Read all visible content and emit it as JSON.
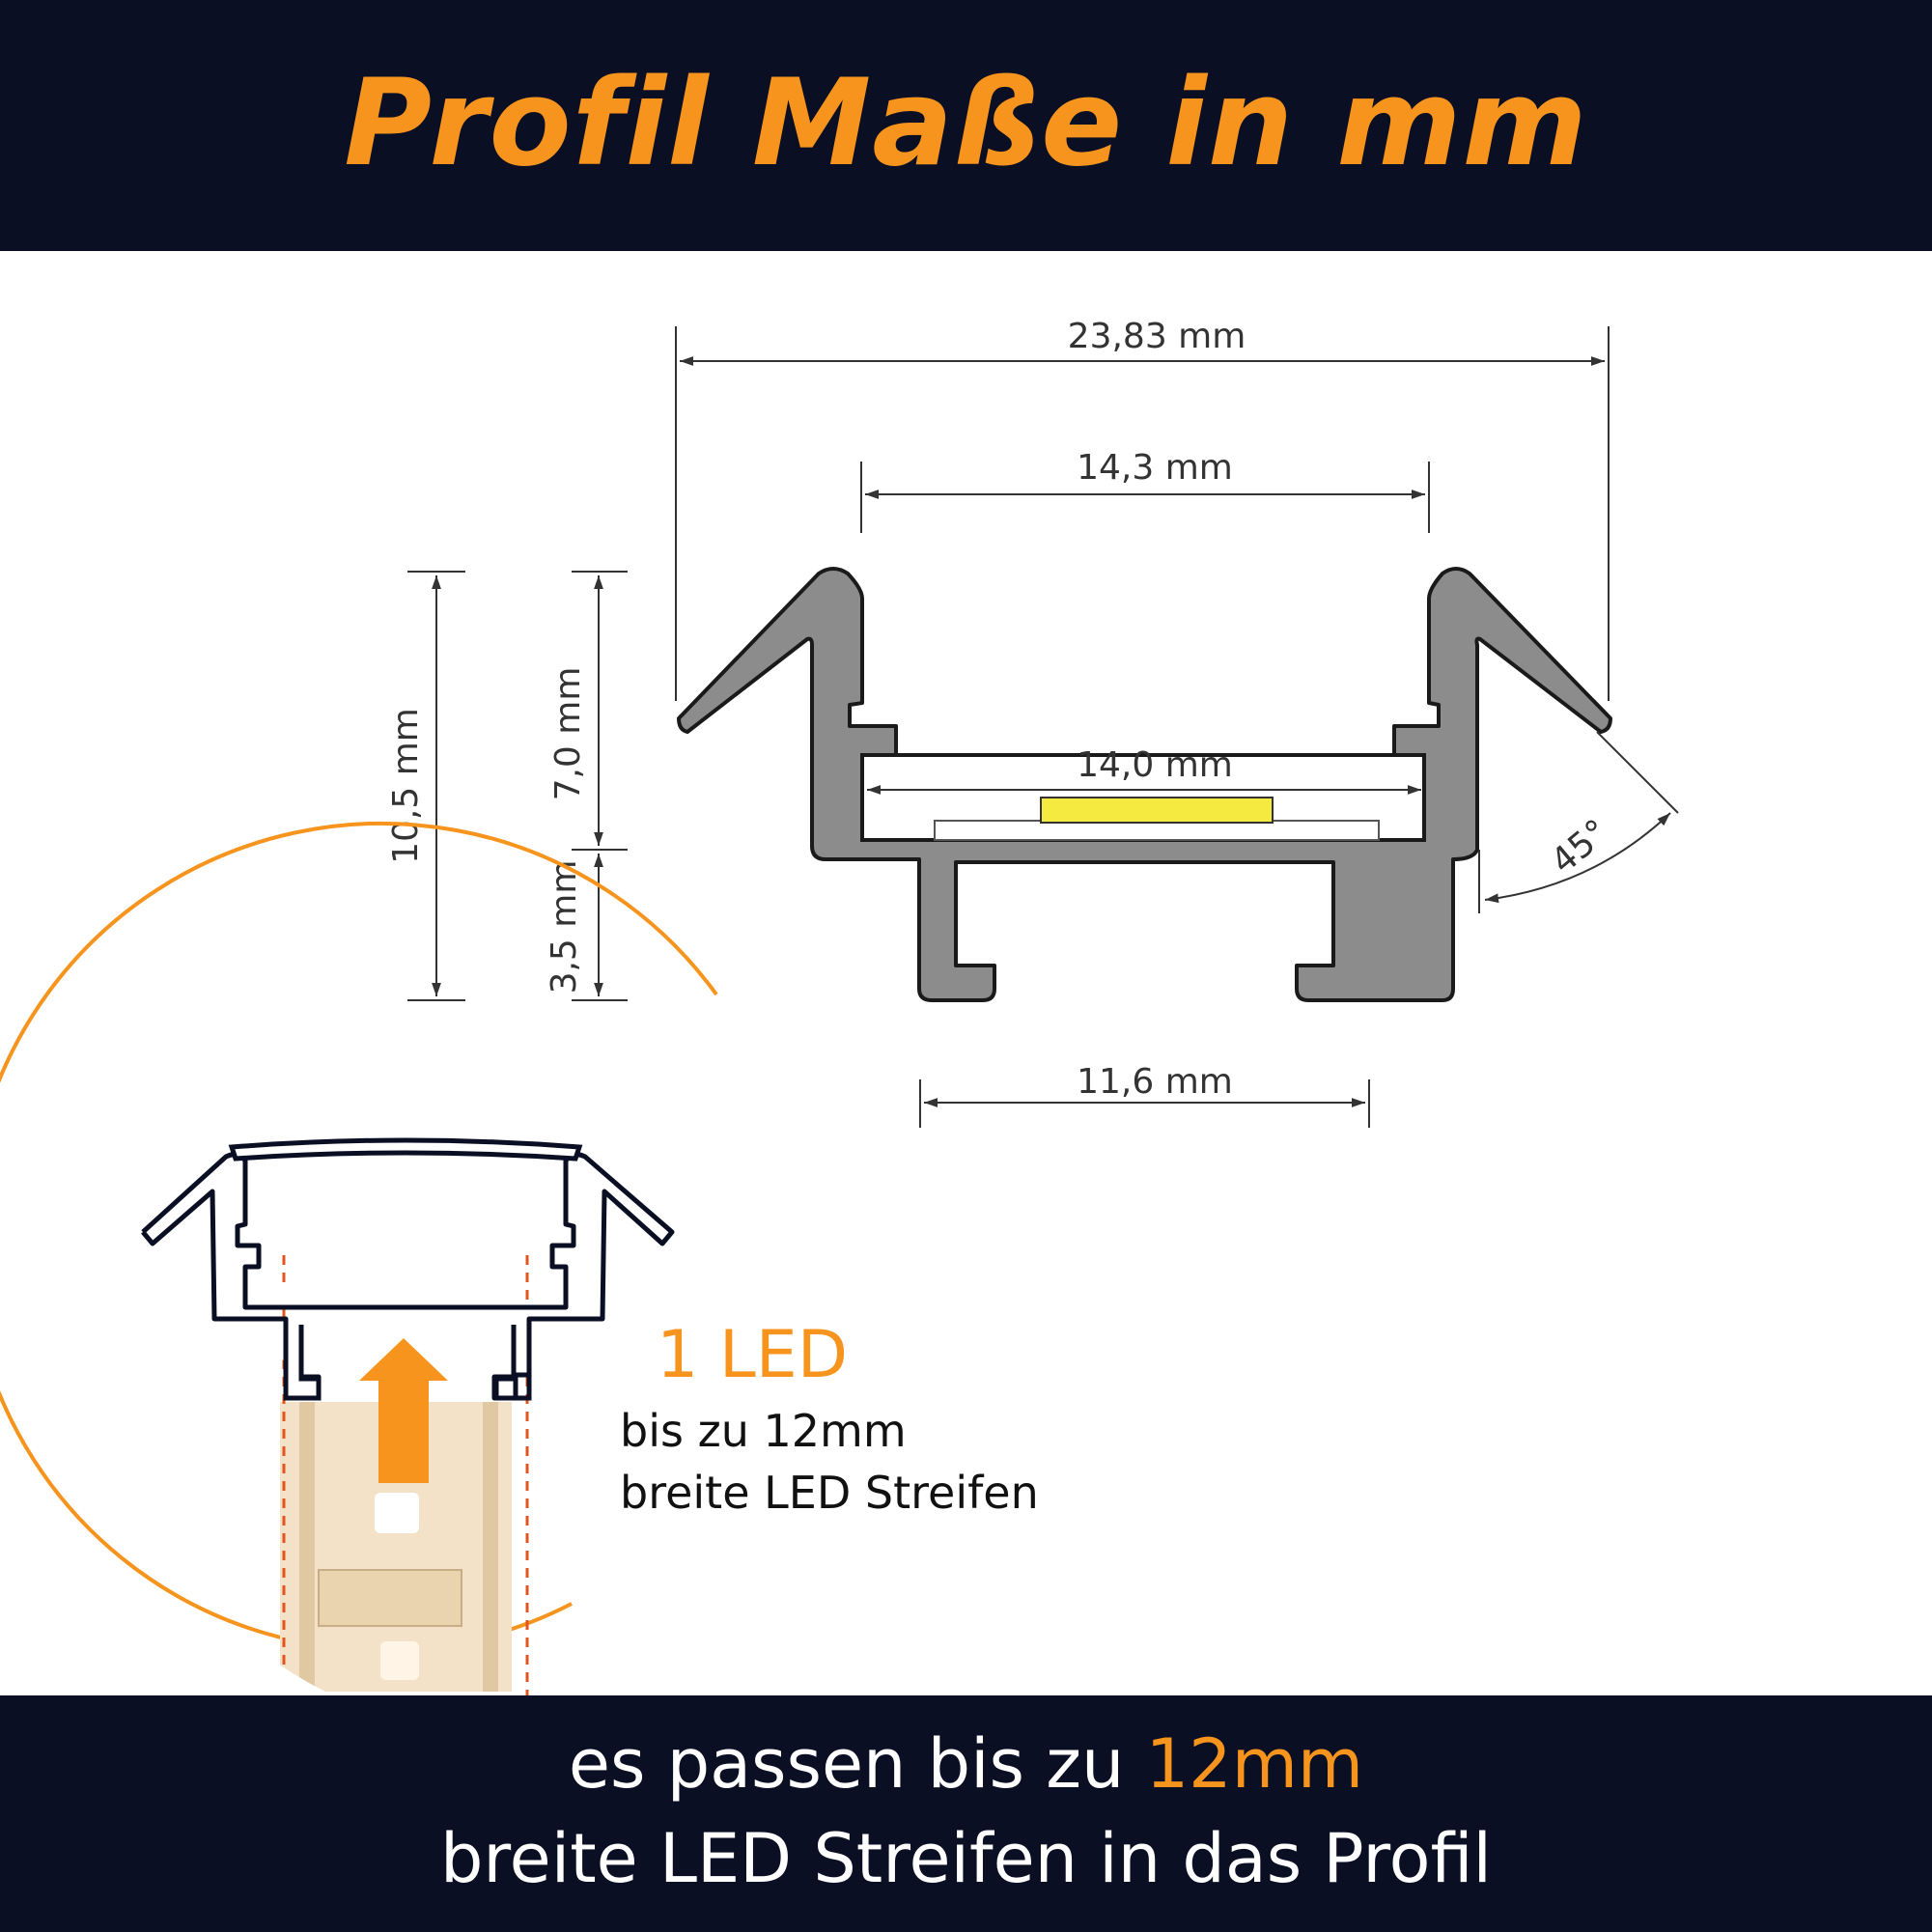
{
  "title": "Profil Maße in mm",
  "colors": {
    "banner": "#0a0f24",
    "accent": "#f7941d",
    "profile": "#8c8c8c",
    "led": "#f5ea40",
    "text_on_banner": "#ffffff"
  },
  "dimensions": {
    "outer_width": "23,83 mm",
    "inner_top_width": "14,3 mm",
    "channel_width": "14,0 mm",
    "bottom_width": "11,6 mm",
    "total_height": "10,5 mm",
    "upper_height": "7,0 mm",
    "lower_height": "3,5 mm",
    "angle": "45°"
  },
  "callout": {
    "title": "1 LED",
    "line1": "bis zu 12mm",
    "line2": "breite LED Streifen"
  },
  "footer": {
    "line1_prefix": "es passen bis zu ",
    "line1_highlight": "12mm",
    "line2": "breite LED Streifen in das Profil"
  }
}
